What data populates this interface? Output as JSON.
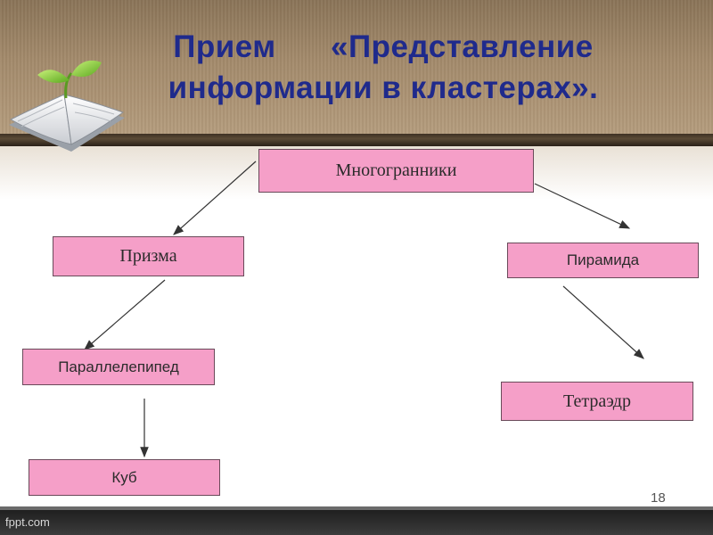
{
  "slide": {
    "title": "Прием      «Представление\nинформации в кластерах».",
    "page_number": "18",
    "brand": "fppt.com"
  },
  "diagram": {
    "root": "Многогранники",
    "nodes": {
      "prism": "Призма",
      "pyramid": "Пирамида",
      "parallelepiped": "Параллелепипед",
      "cube": "Куб",
      "tetrahedron": "Тетраэдр"
    },
    "edges": [
      [
        "root",
        "prism"
      ],
      [
        "root",
        "pyramid"
      ],
      [
        "prism",
        "parallelepiped"
      ],
      [
        "parallelepiped",
        "cube"
      ],
      [
        "pyramid",
        "tetrahedron"
      ]
    ]
  },
  "colors": {
    "box_fill": "#f59fc8",
    "title": "#1f2a8c"
  }
}
